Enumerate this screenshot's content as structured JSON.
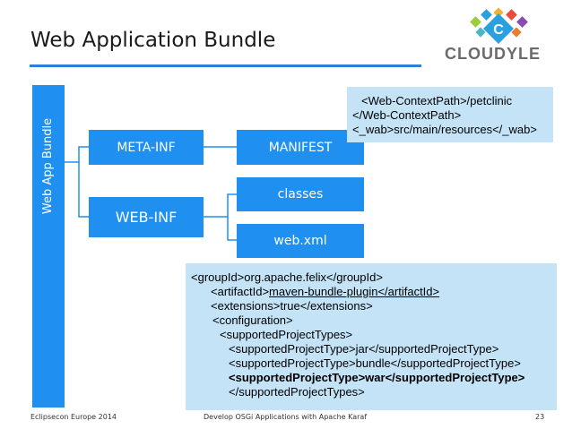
{
  "title": "Web Application Bundle",
  "logo_text": "CLOUDYLE",
  "colors": {
    "accent": "#1f8ff0",
    "note_bg": "#c4e3f7",
    "title_rule": "#2f7fd6"
  },
  "diagram": {
    "root": "Web App Bundle",
    "meta_inf": "META-INF",
    "web_inf": "WEB-INF",
    "manifest": "MANIFEST",
    "classes": "classes",
    "web_xml": "web.xml"
  },
  "manifest_note": [
    "<Web-ContextPath>/petclinic",
    "</Web-ContextPath>",
    "<_wab>src/main/resources</_wab>"
  ],
  "pom_note": {
    "line1": "<groupId>org.apache.felix</groupId>",
    "line2_open": "<artifactId>",
    "line2_value": "maven-bundle-plugin",
    "line2_close": "</artifactId>",
    "line3": "<extensions>true</extensions>",
    "line4": "<configuration>",
    "line5": "<supportedProjectTypes>",
    "line6": "<supportedProjectType>jar</supportedProjectType>",
    "line7": "<supportedProjectType>bundle</supportedProjectType>",
    "line8": "<supportedProjectType>war</supportedProjectType>",
    "line9": "</supportedProjectTypes>"
  },
  "footer": {
    "left": "Eclipsecon Europe 2014",
    "center": "Develop OSGi Applications with Apache Karaf",
    "page": "23"
  }
}
